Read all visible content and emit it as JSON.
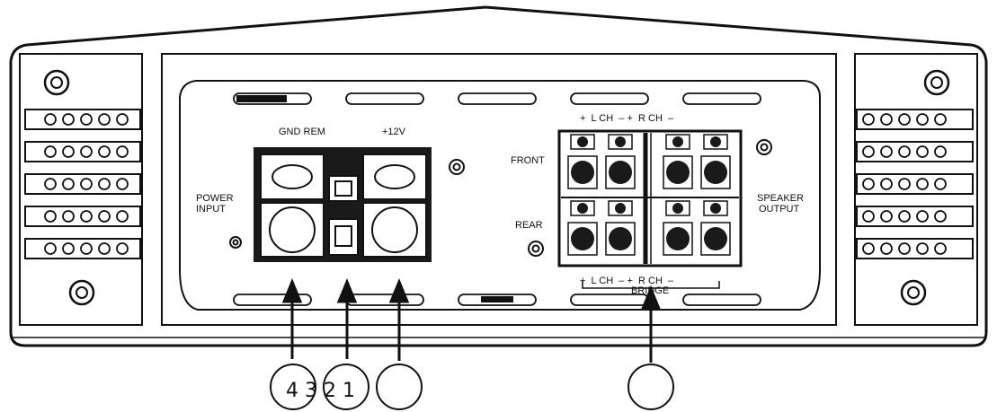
{
  "labels": {
    "gnd_rem": "GND REM",
    "plus12v": "+12V",
    "power_input_l1": "POWER",
    "power_input_l2": "INPUT",
    "speaker_output_l1": "SPEAKER",
    "speaker_output_l2": "OUTPUT",
    "front": "FRONT",
    "rear": "REAR",
    "top_channels": "+  L CH  – +  R CH  –",
    "bottom_channels": "+  L CH  – +  R CH  –",
    "bridge": "BRIDGE"
  },
  "callouts": {
    "left_numbers": "4 3 2 1"
  },
  "colors": {
    "ink": "#111111",
    "paper": "#ffffff",
    "terminal": "#1a1a1a"
  }
}
